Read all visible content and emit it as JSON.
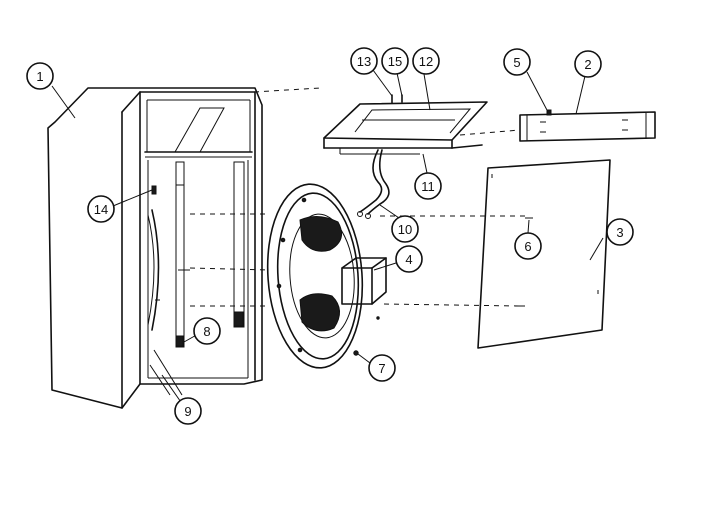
{
  "parts": [
    {
      "id": "cabinet",
      "label": "1"
    },
    {
      "id": "top-strip",
      "label": "2"
    },
    {
      "id": "back-panel",
      "label": "3"
    },
    {
      "id": "speaker-magnet",
      "label": "4"
    },
    {
      "id": "strip-screw",
      "label": "5"
    },
    {
      "id": "back-screw",
      "label": "6"
    },
    {
      "id": "speaker-nut",
      "label": "7"
    },
    {
      "id": "cleat",
      "label": "8"
    },
    {
      "id": "baffle-board",
      "label": "9"
    },
    {
      "id": "lead-wires",
      "label": "10"
    },
    {
      "id": "top-bracket",
      "label": "11"
    },
    {
      "id": "top-panel",
      "label": "12"
    },
    {
      "id": "top-screw",
      "label": "13"
    },
    {
      "id": "cabinet-screw",
      "label": "14"
    },
    {
      "id": "top-pin",
      "label": "15"
    }
  ]
}
